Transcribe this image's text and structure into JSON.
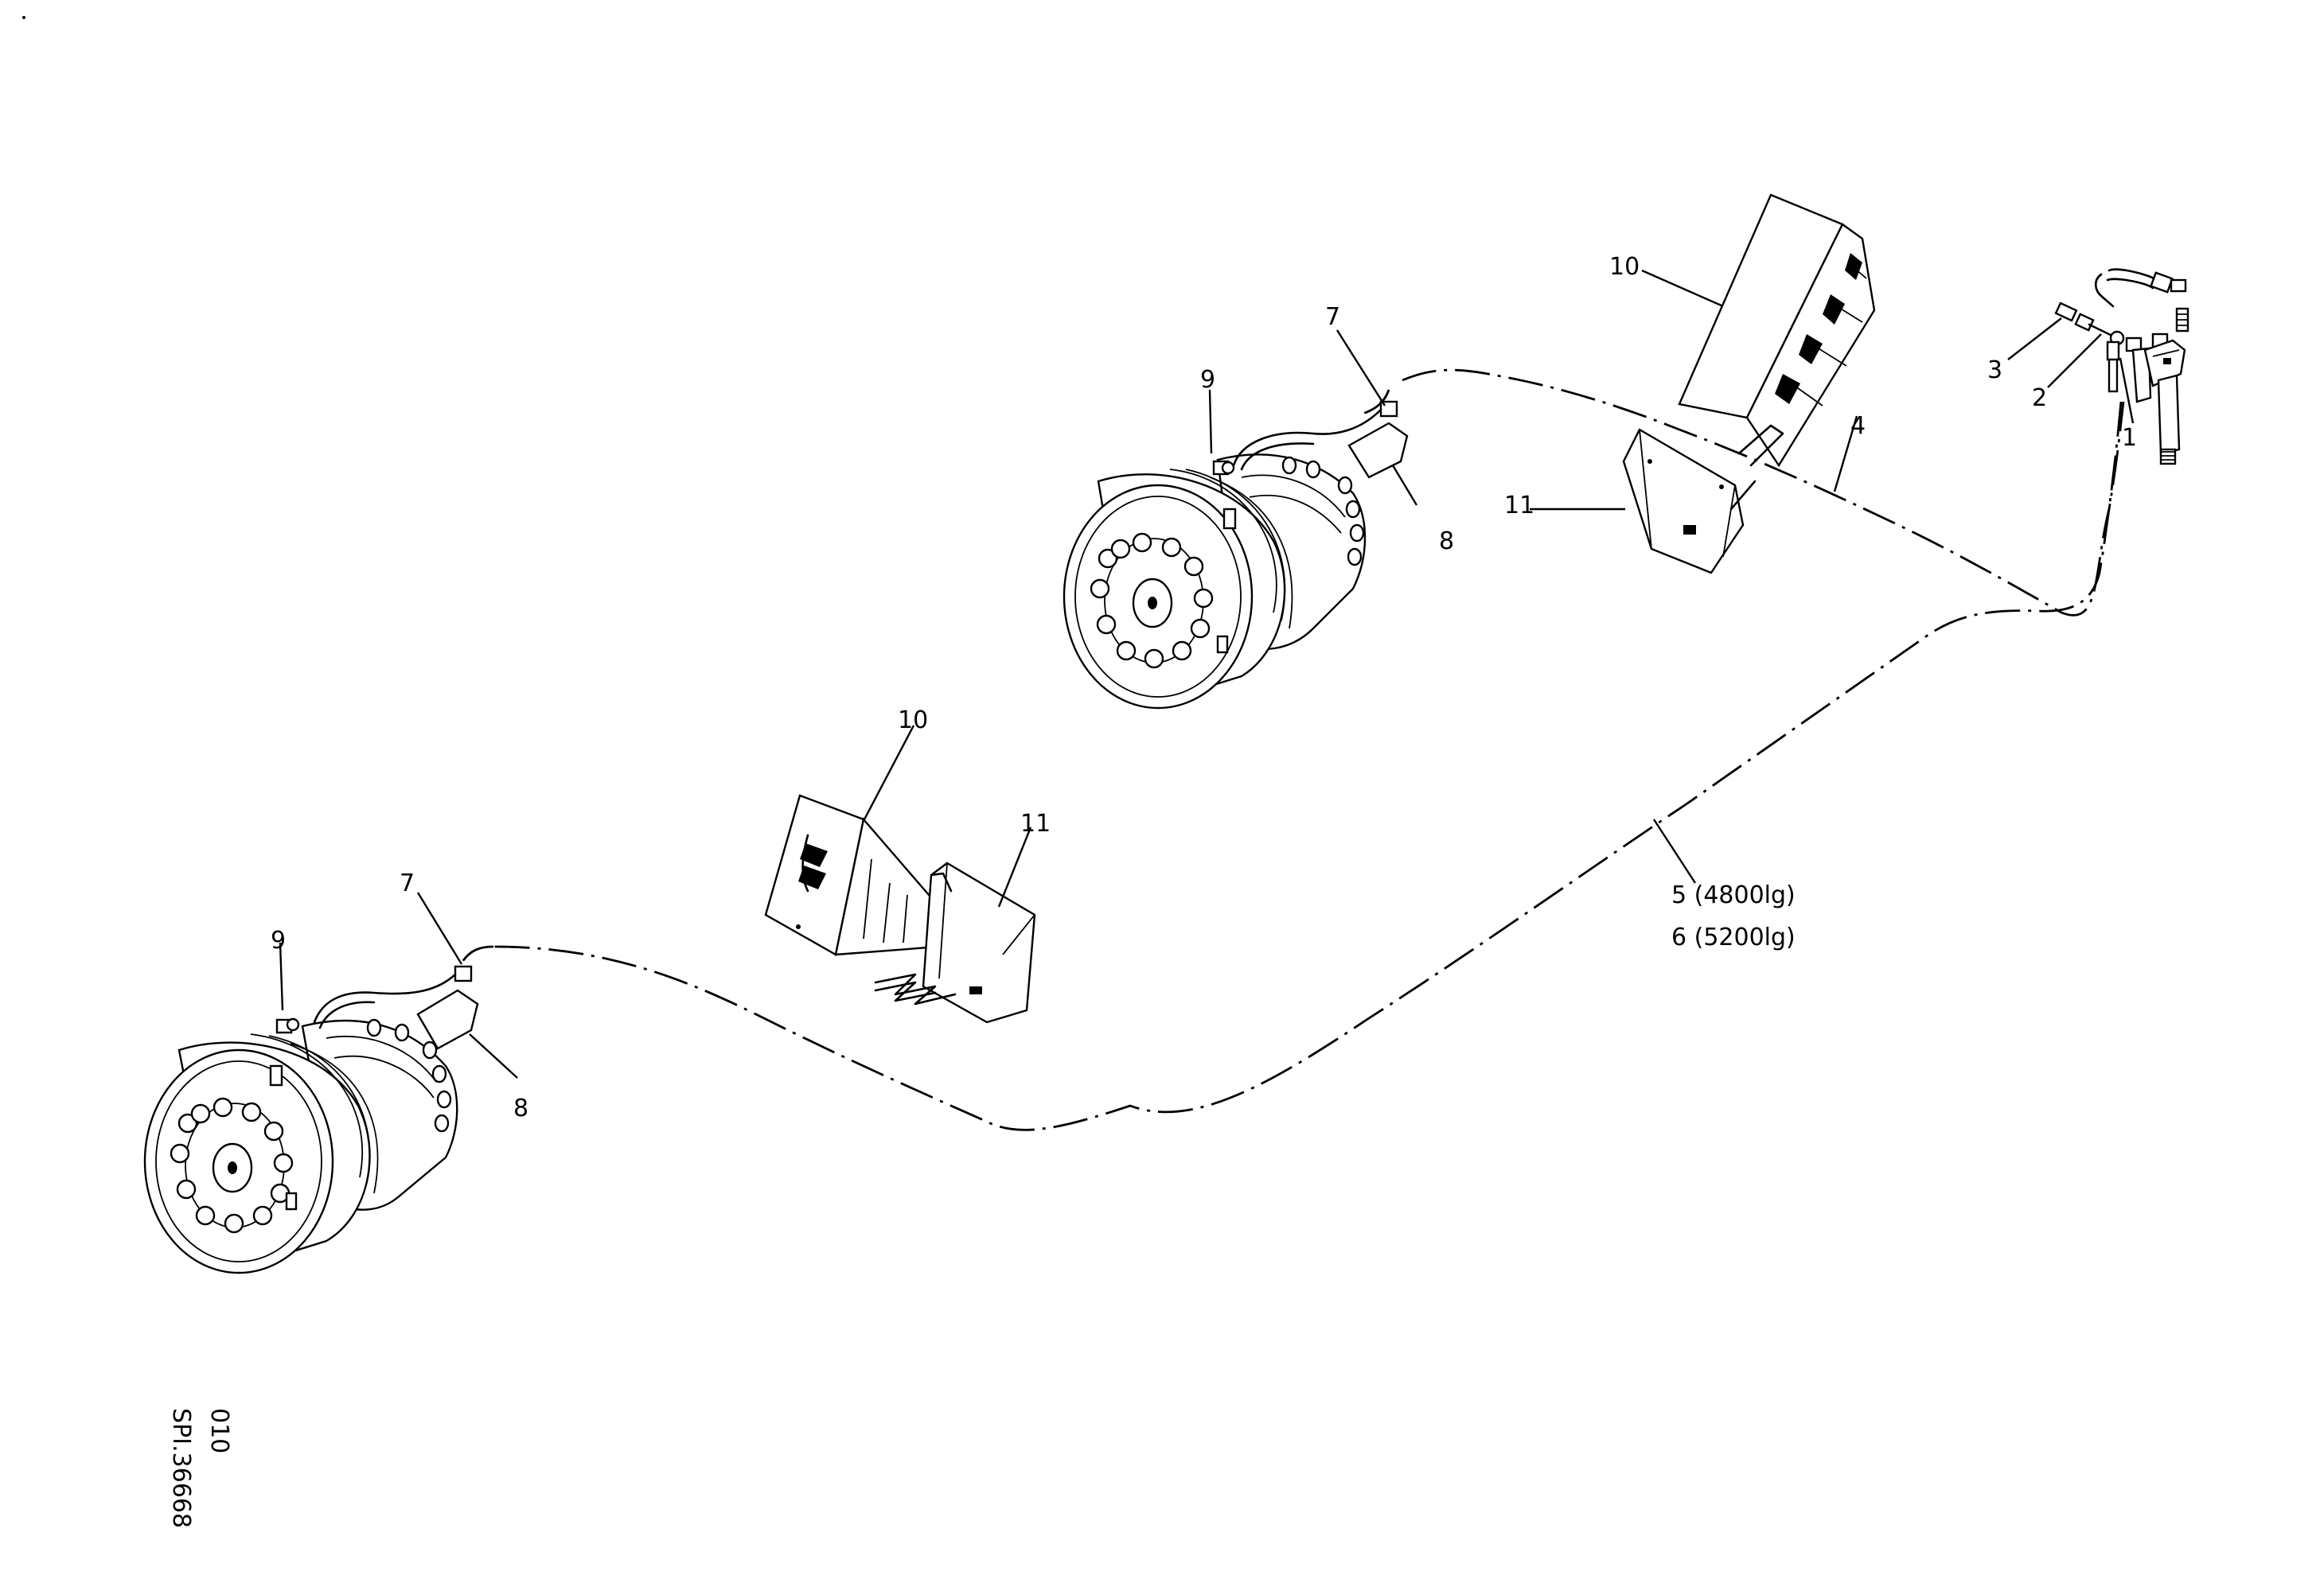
{
  "diagram": {
    "labels": {
      "c1": "1",
      "c2": "2",
      "c3": "3",
      "c4": "4",
      "c5": "5 (4800lg)",
      "c6": "6 (5200lg)",
      "c7a": "7",
      "c7b": "7",
      "c8a": "8",
      "c8b": "8",
      "c9a": "9",
      "c9b": "9",
      "c10a": "10",
      "c10b": "10",
      "c11a": "11",
      "c11b": "11"
    },
    "drawing_ref": {
      "number": "SPI.36668",
      "sheet": "010"
    }
  }
}
